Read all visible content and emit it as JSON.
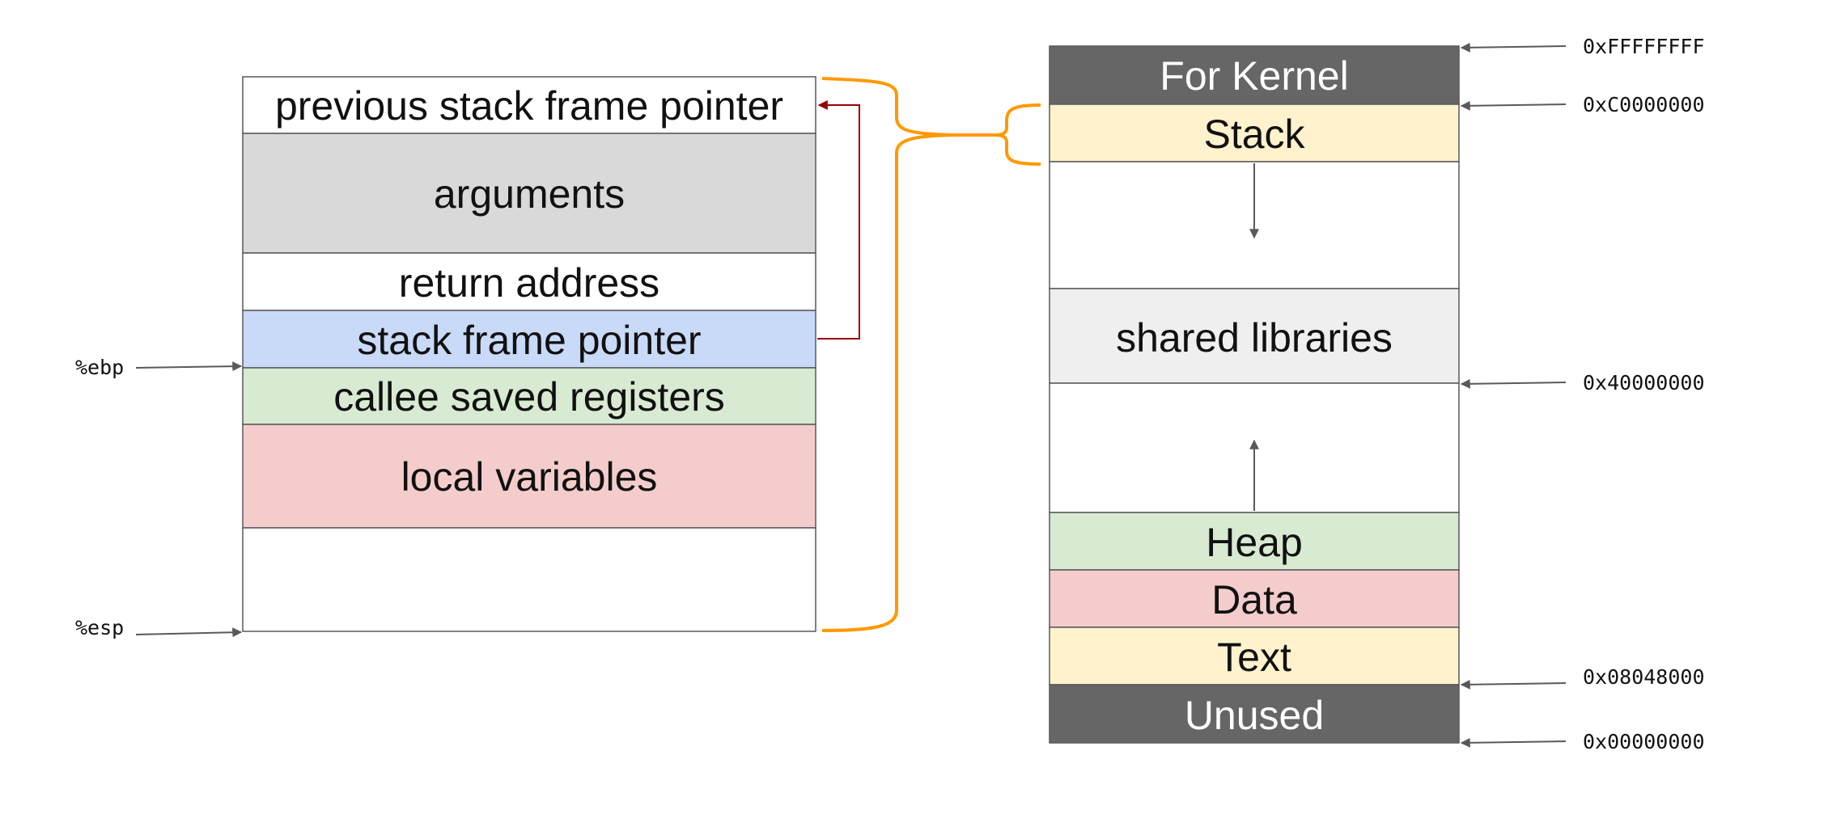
{
  "stack_frame": {
    "cells": [
      {
        "id": "previous-stack-frame-pointer",
        "label": "previous stack frame pointer",
        "color": "#ffffff"
      },
      {
        "id": "arguments",
        "label": "arguments",
        "color": "#d9d9d9"
      },
      {
        "id": "return-address",
        "label": "return address",
        "color": "#ffffff"
      },
      {
        "id": "stack-frame-pointer",
        "label": "stack frame pointer",
        "color": "#c9daf8"
      },
      {
        "id": "callee-saved-registers",
        "label": "callee saved registers",
        "color": "#d9ead3"
      },
      {
        "id": "local-variables",
        "label": "local variables",
        "color": "#f4cccc"
      },
      {
        "id": "empty",
        "label": "",
        "color": "#ffffff"
      }
    ],
    "pointers": {
      "ebp": "%ebp",
      "esp": "%esp"
    },
    "link_color": "#990000"
  },
  "memory_layout": {
    "segments": [
      {
        "id": "for-kernel",
        "label": "For Kernel",
        "color": "#666666"
      },
      {
        "id": "stack",
        "label": "Stack",
        "color": "#fff2cc"
      },
      {
        "id": "gap-stack-growth",
        "label": "",
        "color": "#ffffff"
      },
      {
        "id": "shared-libraries",
        "label": "shared libraries",
        "color": "#efefef"
      },
      {
        "id": "gap-heap-growth",
        "label": "",
        "color": "#ffffff"
      },
      {
        "id": "heap",
        "label": "Heap",
        "color": "#d9ead3"
      },
      {
        "id": "data",
        "label": "Data",
        "color": "#f4cccc"
      },
      {
        "id": "text",
        "label": "Text",
        "color": "#fff2cc"
      },
      {
        "id": "unused",
        "label": "Unused",
        "color": "#666666"
      }
    ],
    "addresses": {
      "top": "0xFFFFFFFF",
      "kernel_stack": "0xC0000000",
      "shared_libs": "0x40000000",
      "text_start": "0x08048000",
      "bottom": "0x00000000"
    }
  },
  "bracket_color": "#ff9900",
  "arrow_color": "#595959"
}
